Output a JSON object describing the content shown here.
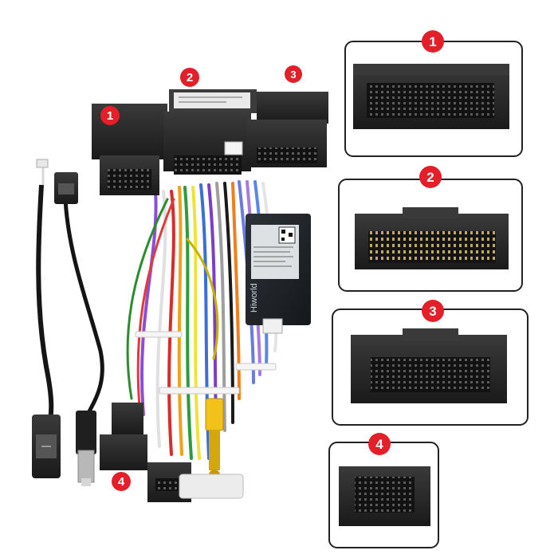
{
  "badges": {
    "main_1": "1",
    "main_2": "2",
    "main_3": "3",
    "main_4": "4",
    "detail_1": "1",
    "detail_2": "2",
    "detail_3": "3",
    "detail_4": "4"
  },
  "module": {
    "brand": "Hiworld"
  },
  "colors": {
    "badge_red": "#e3202a",
    "connector_black": "#2a2a2a",
    "frame_border": "#222222"
  }
}
